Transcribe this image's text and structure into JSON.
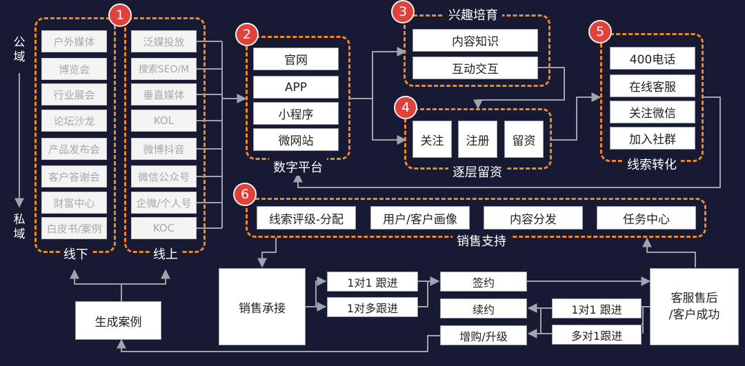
{
  "groups": {
    "g1": {
      "number": "1",
      "offline": {
        "label": "线下",
        "items": [
          "户外媒体",
          "博览会",
          "行业展会",
          "论坛沙龙",
          "产品发布会",
          "客户答谢会",
          "财富中心",
          "白皮书/案例"
        ]
      },
      "online": {
        "label": "线上",
        "items": [
          "泛媒投放",
          "搜索SEO/M",
          "垂直媒体",
          "KOL",
          "微博抖音",
          "微信公众号",
          "企微/个人号",
          "KOC"
        ]
      },
      "axis_top": [
        "公",
        "域"
      ],
      "axis_bottom": [
        "私",
        "域"
      ]
    },
    "g2": {
      "number": "2",
      "title": "数字平台",
      "items": [
        "官网",
        "APP",
        "小程序",
        "微网站"
      ]
    },
    "g3": {
      "number": "3",
      "title": "兴趣培育",
      "items": [
        "内容知识",
        "互动交互"
      ]
    },
    "g4": {
      "number": "4",
      "title": "逐层留资",
      "items": [
        "关注",
        "注册",
        "留资"
      ]
    },
    "g5": {
      "number": "5",
      "title": "线索转化",
      "items": [
        "400电话",
        "在线客服",
        "关注微信",
        "加入社群"
      ]
    },
    "g6": {
      "number": "6",
      "title": "销售支持",
      "items": [
        "线索评级-分配",
        "用户/客户画像",
        "内容分发",
        "任务中心"
      ]
    }
  },
  "flow": {
    "case": "生成案例",
    "sales": "销售承接",
    "follow_one": "1对1 跟进",
    "follow_many": "1对多跟进",
    "sign": "签约",
    "renew": "续约",
    "upgrade": "增购/升级",
    "cs_follow_one": "1对1 跟进",
    "cs_follow_many": "多对1跟进",
    "cs": [
      "客服售后",
      "/客户成功"
    ]
  },
  "colors": {
    "background": "#181a33",
    "accent": "#f08a24",
    "badge": "#e0413a",
    "line": "#a0a4ac"
  }
}
